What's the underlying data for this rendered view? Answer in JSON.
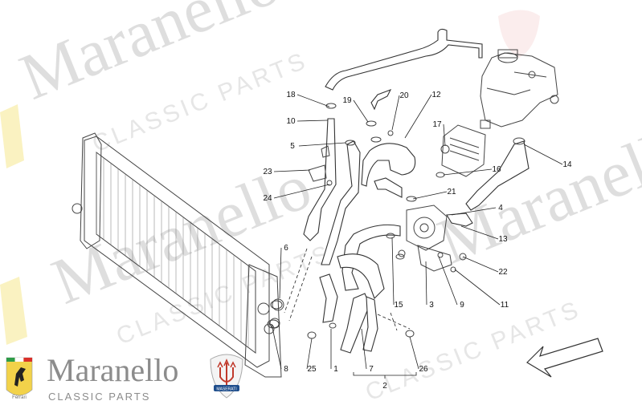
{
  "watermark": {
    "word": "Maranello",
    "subtitle": "CLASSIC PARTS"
  },
  "brand": {
    "name": "Maranello",
    "subtitle": "CLASSIC PARTS",
    "ferrari_badge_text": "Ferrari",
    "maserati_badge_text": "MASERATI",
    "color": "#8c8c8c"
  },
  "diagram": {
    "part_numbers": [
      "1",
      "2",
      "3",
      "4",
      "5",
      "6",
      "7",
      "8",
      "9",
      "10",
      "11",
      "12",
      "13",
      "14",
      "15",
      "16",
      "17",
      "18",
      "19",
      "20",
      "21",
      "22",
      "23",
      "24",
      "25",
      "26"
    ]
  },
  "icons": {
    "arrow": "direction-arrow-icon",
    "ferrari": "prancing-horse-icon",
    "maserati": "trident-icon"
  }
}
